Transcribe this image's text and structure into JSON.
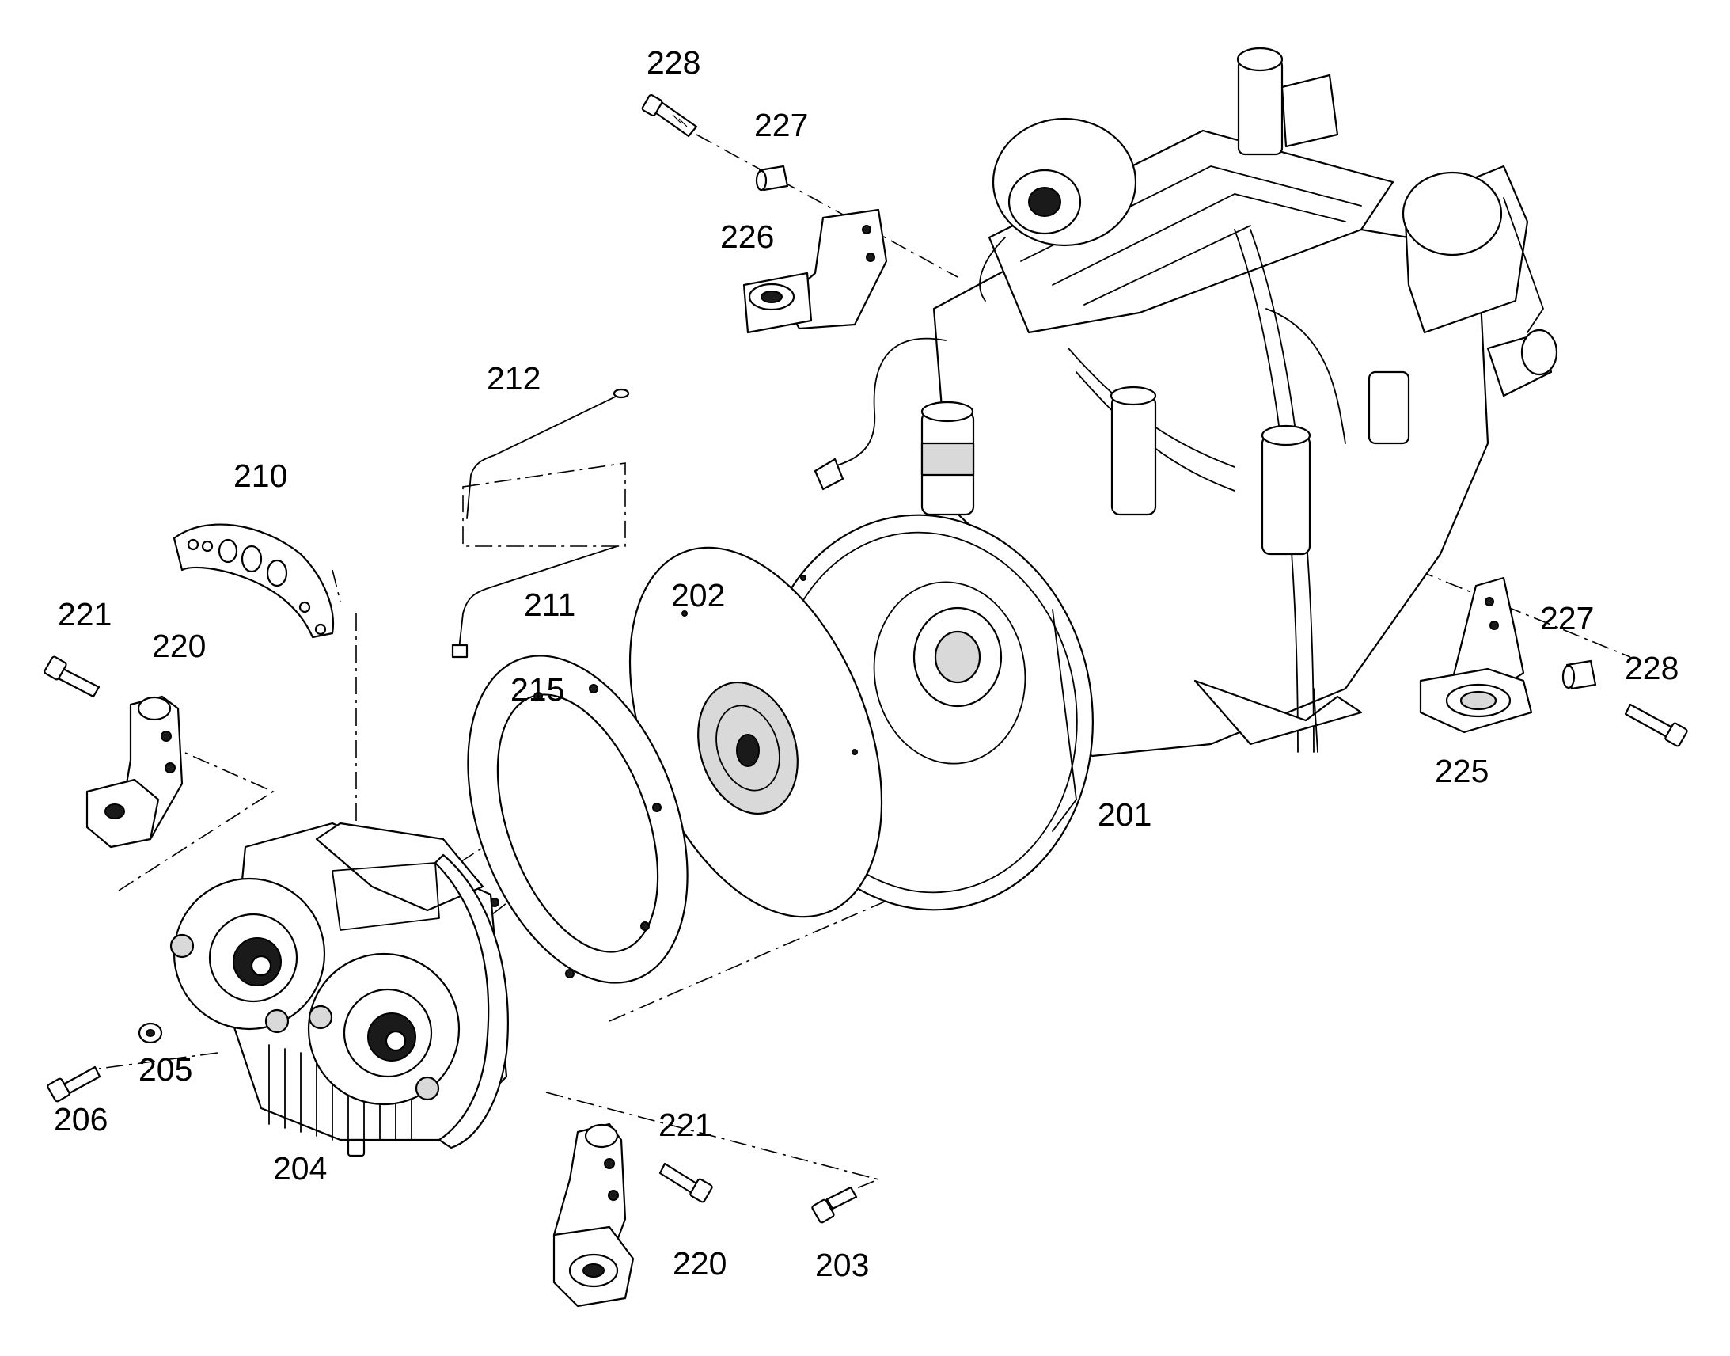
{
  "callouts": {
    "p201": "201",
    "p202": "202",
    "p203": "203",
    "p204": "204",
    "p205": "205",
    "p206": "206",
    "p210": "210",
    "p211": "211",
    "p212": "212",
    "p215": "215",
    "p220_left": "220",
    "p220_bottom": "220",
    "p221_left": "221",
    "p221_bottom": "221",
    "p225": "225",
    "p226": "226",
    "p227_top": "227",
    "p227_right": "227",
    "p228_top": "228",
    "p228_right": "228"
  },
  "colors": {
    "line": "#000000",
    "background": "#ffffff",
    "shade": "#d9d9d9"
  }
}
